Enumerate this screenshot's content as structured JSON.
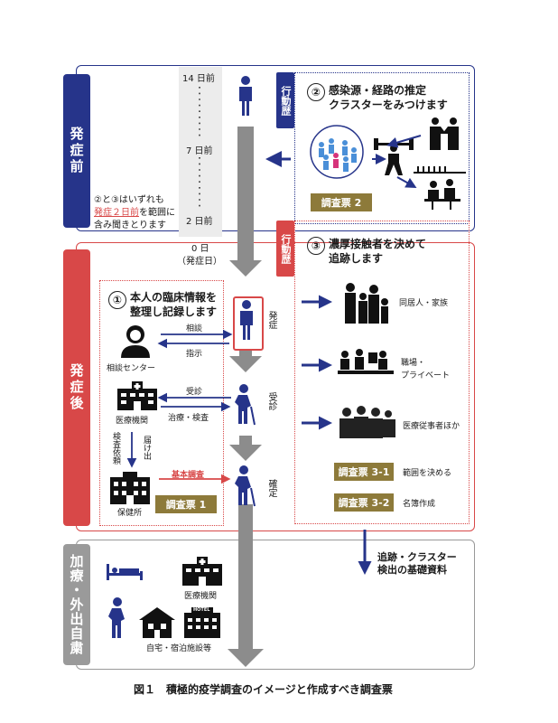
{
  "phases": {
    "before": "発症前",
    "after": "発症後",
    "isolation": "加療・外出自粛"
  },
  "tags": {
    "history_1": "行動歴",
    "history_2": "行動歴"
  },
  "timeline": {
    "d14": "14 日前",
    "d7": "7 日前",
    "d2": "2 日前",
    "d0": "0 日",
    "d0_sub": "（発症日）"
  },
  "note": {
    "line1": "②と③はいずれも",
    "line2_red": "発症２日前",
    "line2_rest": "を範囲に",
    "line3": "含み聞きとります"
  },
  "section2": {
    "num": "②",
    "line1": "感染源・経路の推定",
    "line2": "クラスターをみつけます",
    "sheet": "調査票 2"
  },
  "section1": {
    "num": "①",
    "line1": "本人の臨床情報を",
    "line2": "整理し記録します",
    "consult_center": "相談センター",
    "medical": "医療機関",
    "health_center": "保健所",
    "consult": "相談",
    "instruct": "指示",
    "visit": "受診",
    "treat": "治療・検査",
    "test_request": "検査依頼",
    "report": "届け出",
    "basic_survey": "基本調査",
    "sheet": "調査票 1"
  },
  "status": {
    "onset": "発症",
    "visit": "受診",
    "confirmed": "確定"
  },
  "section3": {
    "num": "③",
    "line1": "濃厚接触者を決めて",
    "line2": "追跡します",
    "family": "同居人・家族",
    "work_l1": "職場・",
    "work_l2": "プライベート",
    "medical_staff": "医療従事者ほか",
    "sheet31": "調査票 3-1",
    "sheet31_desc": "範囲を決める",
    "sheet32": "調査票 3-2",
    "sheet32_desc": "名簿作成"
  },
  "trace": {
    "line1": "追跡・クラスター",
    "line2": "検出の基礎資料"
  },
  "bottom": {
    "medical": "医療機関",
    "home_hotel": "自宅・宿泊施設等",
    "hotel_sign": "HOTEL"
  },
  "caption": "図１　積極的疫学調査のイメージと作成すべき調査票",
  "colors": {
    "blue": "#26348a",
    "red": "#d84848",
    "gray": "#8c8c8c",
    "gold": "#8d7a3a"
  }
}
